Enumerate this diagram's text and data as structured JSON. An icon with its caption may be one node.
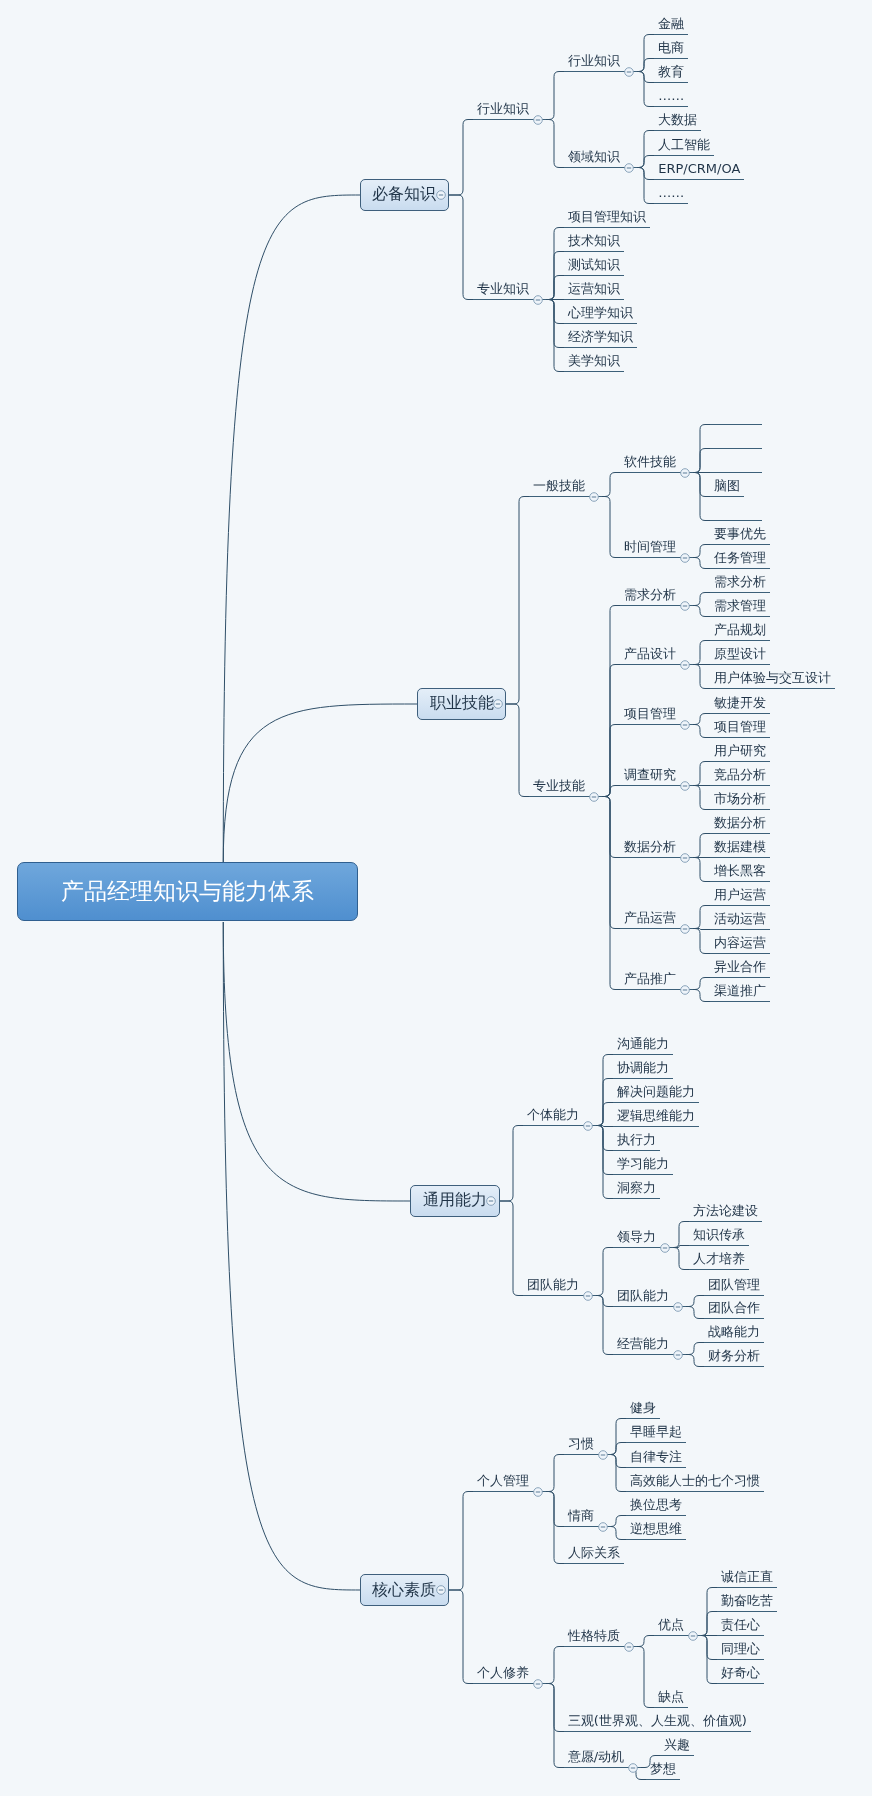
{
  "diagram": {
    "nodes": [
      {
        "text": [
          "产品经理知识与能力体系"
        ]
      },
      {
        "text": [
          "必备知识"
        ]
      },
      {
        "text": [
          "行业知识"
        ]
      },
      {
        "text": [
          "行业知识"
        ]
      },
      {
        "text": [
          "金融"
        ]
      },
      {
        "text": [
          "电商"
        ]
      },
      {
        "text": [
          "教育"
        ]
      },
      {
        "text": [
          "……"
        ]
      },
      {
        "text": [
          "领域知识"
        ]
      },
      {
        "text": [
          "大数据"
        ]
      },
      {
        "text": [
          "人工智能"
        ]
      },
      {
        "text": [
          "ERP/CRM/OA"
        ]
      },
      {
        "text": [
          "……"
        ]
      },
      {
        "text": [
          "专业知识"
        ]
      },
      {
        "text": [
          "项目管理知识"
        ]
      },
      {
        "text": [
          "技术知识"
        ]
      },
      {
        "text": [
          "测试知识"
        ]
      },
      {
        "text": [
          "运营知识"
        ]
      },
      {
        "text": [
          "心理学知识"
        ]
      },
      {
        "text": [
          "经济学知识"
        ]
      },
      {
        "text": [
          "美学知识"
        ]
      },
      {
        "text": [
          "职业技能"
        ]
      },
      {
        "text": [
          "一般技能"
        ]
      },
      {
        "text": [
          "软件技能"
        ]
      },
      {
        "text": [],
        "shape": "box"
      },
      {
        "text": [],
        "shape": "box"
      },
      {
        "text": [],
        "shape": "box"
      },
      {
        "text": [
          "脑图"
        ]
      },
      {
        "text": [],
        "shape": "box"
      },
      {
        "text": [
          "时间管理"
        ]
      },
      {
        "text": [
          "要事优先"
        ]
      },
      {
        "text": [
          "任务管理"
        ]
      },
      {
        "text": [
          "专业技能"
        ]
      },
      {
        "text": [
          "需求分析"
        ]
      },
      {
        "text": [
          "需求分析"
        ]
      },
      {
        "text": [
          "需求管理"
        ]
      },
      {
        "text": [
          "产品设计"
        ]
      },
      {
        "text": [
          "产品规划"
        ]
      },
      {
        "text": [
          "原型设计"
        ]
      },
      {
        "text": [
          "用户体验与交互设计"
        ]
      },
      {
        "text": [
          "项目管理"
        ]
      },
      {
        "text": [
          "敏捷开发"
        ]
      },
      {
        "text": [
          "项目管理"
        ]
      },
      {
        "text": [
          "调查研究"
        ]
      },
      {
        "text": [
          "用户研究"
        ]
      },
      {
        "text": [
          "竞品分析"
        ]
      },
      {
        "text": [
          "市场分析"
        ]
      },
      {
        "text": [
          "数据分析"
        ]
      },
      {
        "text": [
          "数据分析"
        ]
      },
      {
        "text": [
          "数据建模"
        ]
      },
      {
        "text": [
          "增长黑客"
        ]
      },
      {
        "text": [
          "产品运营"
        ]
      },
      {
        "text": [
          "用户运营"
        ]
      },
      {
        "text": [
          "活动运营"
        ]
      },
      {
        "text": [
          "内容运营"
        ]
      },
      {
        "text": [
          "产品推广"
        ]
      },
      {
        "text": [
          "异业合作"
        ]
      },
      {
        "text": [
          "渠道推广"
        ]
      },
      {
        "text": [
          "通用能力"
        ]
      },
      {
        "text": [
          "个体能力"
        ]
      },
      {
        "text": [
          "沟通能力"
        ]
      },
      {
        "text": [
          "协调能力"
        ]
      },
      {
        "text": [
          "解决问题能力"
        ]
      },
      {
        "text": [
          "逻辑思维能力"
        ]
      },
      {
        "text": [
          "执行力"
        ]
      },
      {
        "text": [
          "学习能力"
        ]
      },
      {
        "text": [
          "洞察力"
        ]
      },
      {
        "text": [
          "团队能力"
        ]
      },
      {
        "text": [
          "领导力"
        ]
      },
      {
        "text": [
          "方法论建设"
        ]
      },
      {
        "text": [
          "知识传承"
        ]
      },
      {
        "text": [
          "人才培养"
        ]
      },
      {
        "text": [
          "团队能力"
        ]
      },
      {
        "text": [
          "团队管理"
        ]
      },
      {
        "text": [
          "团队合作"
        ]
      },
      {
        "text": [
          "经营能力"
        ]
      },
      {
        "text": [
          "战略能力"
        ]
      },
      {
        "text": [
          "财务分析"
        ]
      },
      {
        "text": [
          "核心素质"
        ]
      },
      {
        "text": [
          "个人管理"
        ]
      },
      {
        "text": [
          "习惯"
        ]
      },
      {
        "text": [
          "健身"
        ]
      },
      {
        "text": [
          "早睡早起"
        ]
      },
      {
        "text": [
          "自律专注"
        ]
      },
      {
        "text": [
          "高效能人士的七个习惯"
        ]
      },
      {
        "text": [
          "情商"
        ]
      },
      {
        "text": [
          "换位思考"
        ]
      },
      {
        "text": [
          "逆想思维"
        ]
      },
      {
        "text": [
          "人际关系"
        ]
      },
      {
        "text": [
          "个人修养"
        ]
      },
      {
        "text": [
          "性格特质"
        ]
      },
      {
        "text": [
          "优点"
        ]
      },
      {
        "text": [
          "诚信正直"
        ]
      },
      {
        "text": [
          "勤奋吃苦"
        ]
      },
      {
        "text": [
          "责任心"
        ]
      },
      {
        "text": [
          "同理心"
        ]
      },
      {
        "text": [
          "好奇心"
        ]
      },
      {
        "text": [
          "缺点"
        ]
      },
      {
        "text": [
          "三观(世界观、人生观、价值观)"
        ]
      },
      {
        "text": [
          "意愿/动机"
        ]
      },
      {
        "text": [
          "兴趣"
        ]
      },
      {
        "text": [
          "梦想"
        ]
      }
    ],
    "edges": [
      {
        "from": 0,
        "to": 1,
        "arrow": "none"
      },
      {
        "from": 1,
        "to": 2,
        "arrow": "none"
      },
      {
        "from": 2,
        "to": 3,
        "arrow": "none"
      },
      {
        "from": 3,
        "to": 4,
        "arrow": "none"
      },
      {
        "from": 3,
        "to": 5,
        "arrow": "none"
      },
      {
        "from": 3,
        "to": 6,
        "arrow": "none"
      },
      {
        "from": 3,
        "to": 7,
        "arrow": "none"
      },
      {
        "from": 2,
        "to": 8,
        "arrow": "none"
      },
      {
        "from": 8,
        "to": 9,
        "arrow": "none"
      },
      {
        "from": 8,
        "to": 10,
        "arrow": "none"
      },
      {
        "from": 8,
        "to": 11,
        "arrow": "none"
      },
      {
        "from": 8,
        "to": 12,
        "arrow": "none"
      },
      {
        "from": 1,
        "to": 13,
        "arrow": "none"
      },
      {
        "from": 13,
        "to": 14,
        "arrow": "none"
      },
      {
        "from": 13,
        "to": 15,
        "arrow": "none"
      },
      {
        "from": 13,
        "to": 16,
        "arrow": "none"
      },
      {
        "from": 13,
        "to": 17,
        "arrow": "none"
      },
      {
        "from": 13,
        "to": 18,
        "arrow": "none"
      },
      {
        "from": 13,
        "to": 19,
        "arrow": "none"
      },
      {
        "from": 13,
        "to": 20,
        "arrow": "none"
      },
      {
        "from": 0,
        "to": 21,
        "arrow": "none"
      },
      {
        "from": 21,
        "to": 22,
        "arrow": "none"
      },
      {
        "from": 22,
        "to": 23,
        "arrow": "none"
      },
      {
        "from": 23,
        "to": 24,
        "arrow": "none"
      },
      {
        "from": 23,
        "to": 25,
        "arrow": "none"
      },
      {
        "from": 23,
        "to": 26,
        "arrow": "none"
      },
      {
        "from": 23,
        "to": 27,
        "arrow": "none"
      },
      {
        "from": 23,
        "to": 28,
        "arrow": "none"
      },
      {
        "from": 22,
        "to": 29,
        "arrow": "none"
      },
      {
        "from": 29,
        "to": 30,
        "arrow": "none"
      },
      {
        "from": 29,
        "to": 31,
        "arrow": "none"
      },
      {
        "from": 21,
        "to": 32,
        "arrow": "none"
      },
      {
        "from": 32,
        "to": 33,
        "arrow": "none"
      },
      {
        "from": 33,
        "to": 34,
        "arrow": "none"
      },
      {
        "from": 33,
        "to": 35,
        "arrow": "none"
      },
      {
        "from": 32,
        "to": 36,
        "arrow": "none"
      },
      {
        "from": 36,
        "to": 37,
        "arrow": "none"
      },
      {
        "from": 36,
        "to": 38,
        "arrow": "none"
      },
      {
        "from": 36,
        "to": 39,
        "arrow": "none"
      },
      {
        "from": 32,
        "to": 40,
        "arrow": "none"
      },
      {
        "from": 40,
        "to": 41,
        "arrow": "none"
      },
      {
        "from": 40,
        "to": 42,
        "arrow": "none"
      },
      {
        "from": 32,
        "to": 43,
        "arrow": "none"
      },
      {
        "from": 43,
        "to": 44,
        "arrow": "none"
      },
      {
        "from": 43,
        "to": 45,
        "arrow": "none"
      },
      {
        "from": 43,
        "to": 46,
        "arrow": "none"
      },
      {
        "from": 32,
        "to": 47,
        "arrow": "none"
      },
      {
        "from": 47,
        "to": 48,
        "arrow": "none"
      },
      {
        "from": 47,
        "to": 49,
        "arrow": "none"
      },
      {
        "from": 47,
        "to": 50,
        "arrow": "none"
      },
      {
        "from": 32,
        "to": 51,
        "arrow": "none"
      },
      {
        "from": 51,
        "to": 52,
        "arrow": "none"
      },
      {
        "from": 51,
        "to": 53,
        "arrow": "none"
      },
      {
        "from": 51,
        "to": 54,
        "arrow": "none"
      },
      {
        "from": 32,
        "to": 55,
        "arrow": "none"
      },
      {
        "from": 55,
        "to": 56,
        "arrow": "none"
      },
      {
        "from": 55,
        "to": 57,
        "arrow": "none"
      },
      {
        "from": 0,
        "to": 58,
        "arrow": "none"
      },
      {
        "from": 58,
        "to": 59,
        "arrow": "none"
      },
      {
        "from": 59,
        "to": 60,
        "arrow": "none"
      },
      {
        "from": 59,
        "to": 61,
        "arrow": "none"
      },
      {
        "from": 59,
        "to": 62,
        "arrow": "none"
      },
      {
        "from": 59,
        "to": 63,
        "arrow": "none"
      },
      {
        "from": 59,
        "to": 64,
        "arrow": "none"
      },
      {
        "from": 59,
        "to": 65,
        "arrow": "none"
      },
      {
        "from": 59,
        "to": 66,
        "arrow": "none"
      },
      {
        "from": 58,
        "to": 67,
        "arrow": "none"
      },
      {
        "from": 67,
        "to": 68,
        "arrow": "none"
      },
      {
        "from": 68,
        "to": 69,
        "arrow": "none"
      },
      {
        "from": 68,
        "to": 70,
        "arrow": "none"
      },
      {
        "from": 68,
        "to": 71,
        "arrow": "none"
      },
      {
        "from": 67,
        "to": 72,
        "arrow": "none"
      },
      {
        "from": 72,
        "to": 73,
        "arrow": "none"
      },
      {
        "from": 72,
        "to": 74,
        "arrow": "none"
      },
      {
        "from": 67,
        "to": 75,
        "arrow": "none"
      },
      {
        "from": 75,
        "to": 76,
        "arrow": "none"
      },
      {
        "from": 75,
        "to": 77,
        "arrow": "none"
      },
      {
        "from": 0,
        "to": 78,
        "arrow": "none"
      },
      {
        "from": 78,
        "to": 79,
        "arrow": "none"
      },
      {
        "from": 79,
        "to": 80,
        "arrow": "none"
      },
      {
        "from": 80,
        "to": 81,
        "arrow": "none"
      },
      {
        "from": 80,
        "to": 82,
        "arrow": "none"
      },
      {
        "from": 80,
        "to": 83,
        "arrow": "none"
      },
      {
        "from": 80,
        "to": 84,
        "arrow": "none"
      },
      {
        "from": 79,
        "to": 85,
        "arrow": "none"
      },
      {
        "from": 85,
        "to": 86,
        "arrow": "none"
      },
      {
        "from": 85,
        "to": 87,
        "arrow": "none"
      },
      {
        "from": 79,
        "to": 88,
        "arrow": "none"
      },
      {
        "from": 78,
        "to": 89,
        "arrow": "none"
      },
      {
        "from": 89,
        "to": 90,
        "arrow": "none"
      },
      {
        "from": 90,
        "to": 91,
        "arrow": "none"
      },
      {
        "from": 91,
        "to": 92,
        "arrow": "none"
      },
      {
        "from": 91,
        "to": 93,
        "arrow": "none"
      },
      {
        "from": 91,
        "to": 94,
        "arrow": "none"
      },
      {
        "from": 91,
        "to": 95,
        "arrow": "none"
      },
      {
        "from": 91,
        "to": 96,
        "arrow": "none"
      },
      {
        "from": 90,
        "to": 97,
        "arrow": "none"
      },
      {
        "from": 89,
        "to": 98,
        "arrow": "none"
      },
      {
        "from": 89,
        "to": 99,
        "arrow": "none"
      },
      {
        "from": 99,
        "to": 100,
        "arrow": "none"
      },
      {
        "from": 99,
        "to": 101,
        "arrow": "none"
      }
    ]
  }
}
